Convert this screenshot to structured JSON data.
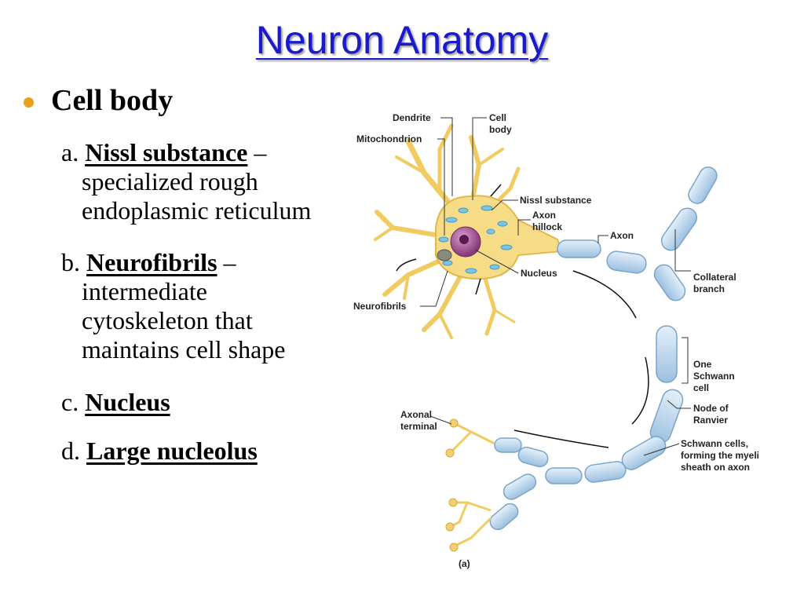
{
  "slide": {
    "title": "Neuron Anatomy",
    "bullet": "Cell body",
    "items": [
      {
        "letter": "a.",
        "term": "Nissl substance",
        "dash": "–",
        "lines": [
          "specialized rough",
          "endoplasmic reticulum"
        ]
      },
      {
        "letter": "b.",
        "term": "Neurofibrils",
        "dash": "–",
        "lines": [
          "intermediate",
          "cytoskeleton that",
          "maintains cell shape"
        ]
      },
      {
        "letter": "c.",
        "term": "Nucleus"
      },
      {
        "letter": "d.",
        "term": "Large nucleolus"
      }
    ]
  },
  "diagram": {
    "labels": {
      "dendrite": "Dendrite",
      "mitochondrion": "Mitochondrion",
      "cell_body_1": "Cell",
      "cell_body_2": "body",
      "nissl": "Nissl substance",
      "axon_hillock_1": "Axon",
      "axon_hillock_2": "hillock",
      "axon": "Axon",
      "nucleus": "Nucleus",
      "neurofibrils": "Neurofibrils",
      "collateral_1": "Collateral",
      "collateral_2": "branch",
      "schwann_1": "One",
      "schwann_2": "Schwann",
      "schwann_3": "cell",
      "node_1": "Node of",
      "node_2": "Ranvier",
      "sheath_1": "Schwann cells,",
      "sheath_2": "forming the myelin",
      "sheath_3": "sheath on axon",
      "terminal_1": "Axonal",
      "terminal_2": "terminal",
      "panel": "(a)"
    },
    "colors": {
      "dendrite": "#f2d070",
      "myelin": "#b8d4ec",
      "nucleus": "#9a4a8a",
      "nissl": "#7cc4e4",
      "title": "#1a1acc",
      "bullet": "#e8a020"
    }
  }
}
